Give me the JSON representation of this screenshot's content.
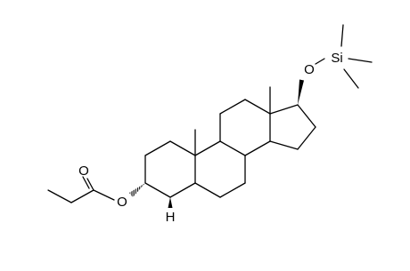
{
  "molecule": {
    "atom_labels": {
      "carbonyl_oxygen": "O",
      "ester_oxygen": "O",
      "ether_oxygen": "O",
      "silicon": "Si",
      "ring_hydrogen": "H"
    }
  }
}
